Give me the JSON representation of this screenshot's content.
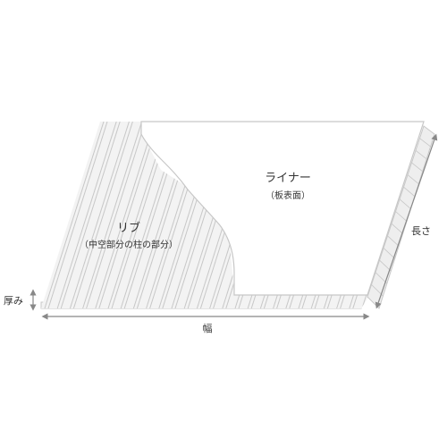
{
  "labels": {
    "liner": "ライナー",
    "liner_sub": "（板表面）",
    "rib": "リブ",
    "rib_sub": "（中空部分の柱の部分）",
    "thickness": "厚み",
    "width": "幅",
    "length": "長さ"
  },
  "colors": {
    "background": "#ffffff",
    "liner_fill": "#ffffff",
    "edge_stroke": "#c7c7c7",
    "rib_fill": "#f3f3f3",
    "arrow": "#888888",
    "text": "#333333"
  }
}
